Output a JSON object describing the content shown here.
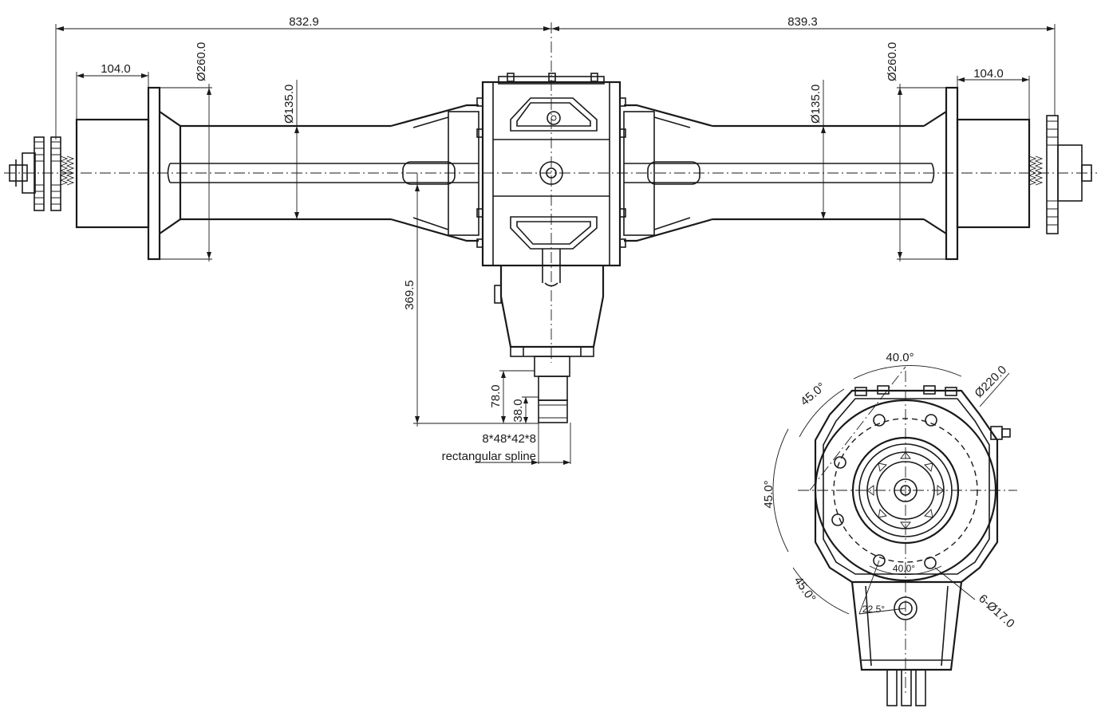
{
  "front_view": {
    "overall_left": "832.9",
    "overall_right": "839.3",
    "hub_width_left": "104.0",
    "hub_width_right": "104.0",
    "flange_dia_left": "Ø260.0",
    "flange_dia_right": "Ø260.0",
    "tube_dia_left": "Ø135.0",
    "tube_dia_right": "Ø135.0",
    "input_height": "369.5",
    "shaft_length": "78.0",
    "spline_length": "38.0",
    "spline_spec": "8*48*42*8",
    "spline_type": "rectangular spline"
  },
  "side_view": {
    "angle_top": "40.0°",
    "angle_upper_left": "45.0°",
    "angle_left": "45.0°",
    "angle_lower_left": "45.0°",
    "outer_dia": "Ø220.0",
    "angle_bottom": "40.0°",
    "angle_small": "22.5°",
    "bolt_holes": "6-Ø17.0"
  }
}
